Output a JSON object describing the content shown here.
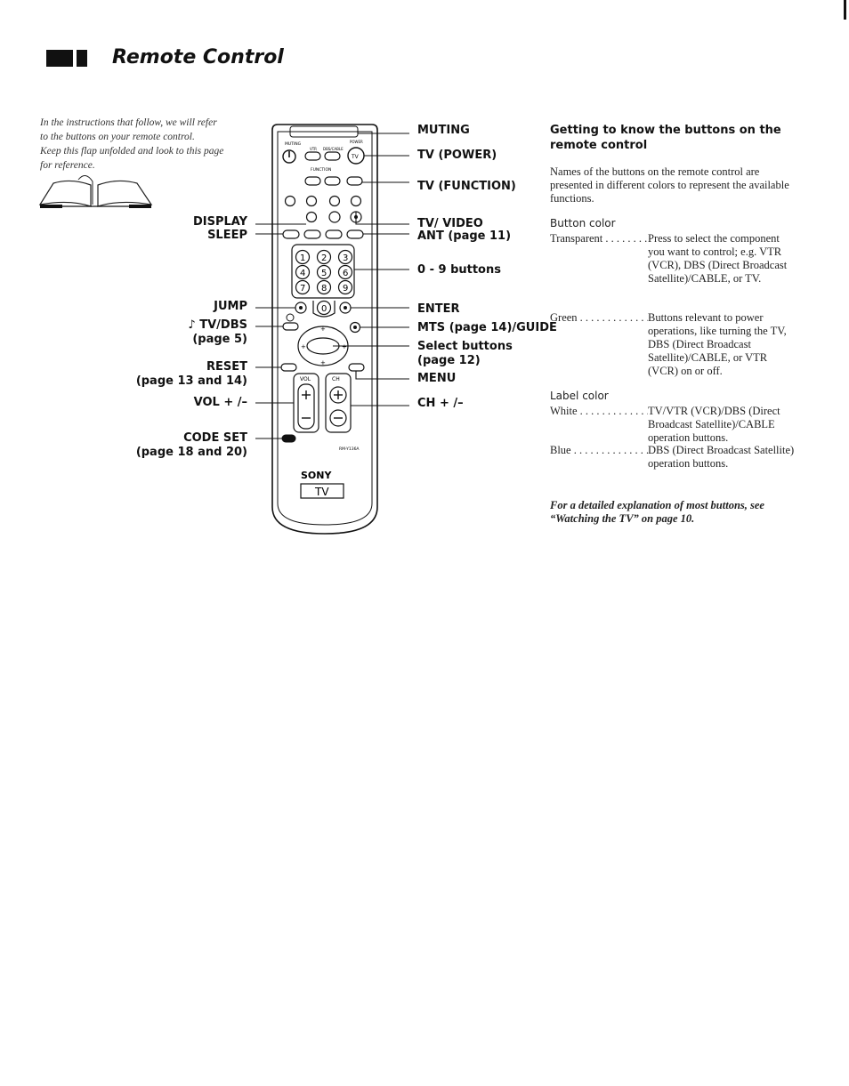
{
  "header": {
    "title": "Remote Control"
  },
  "intro": {
    "lines": [
      "In the instructions that follow, we will refer",
      "to the buttons on your remote control.",
      "Keep this flap unfolded and look to this page",
      "for reference."
    ]
  },
  "remote": {
    "labels": {
      "muting": "MUTING",
      "power": "POWER",
      "vtr": "VTR",
      "dbs_cable": "DBS/CABLE",
      "tv": "TV",
      "function": "FUNCTION",
      "vol": "VOL",
      "ch": "CH",
      "brand": "SONY",
      "mode": "TV",
      "model": "RM-Y136A"
    },
    "digits": [
      "1",
      "2",
      "3",
      "4",
      "5",
      "6",
      "7",
      "8",
      "9",
      "0"
    ]
  },
  "callouts": {
    "left": {
      "display": "DISPLAY",
      "sleep": "SLEEP",
      "jump": "JUMP",
      "tvdbs": "TV/DBS",
      "tvdbs_page": "(page 5)",
      "reset": "RESET",
      "reset_page": "(page 13 and 14)",
      "vol": "VOL + /–",
      "codeset": "CODE SET",
      "codeset_page": "(page 18 and 20)"
    },
    "right": {
      "muting": "MUTING",
      "tv_power": "TV (POWER)",
      "tv_function": "TV (FUNCTION)",
      "tv_video": "TV/ VIDEO",
      "ant": "ANT (page 11)",
      "digits": "0 - 9 buttons",
      "enter": "ENTER",
      "mts": "MTS (page 14)/GUIDE",
      "select": "Select buttons",
      "select_page": "(page 12)",
      "menu": "MENU",
      "ch": "CH + /–"
    }
  },
  "info": {
    "heading": "Getting to know the buttons on the remote control",
    "paragraph": "Names of the buttons on the remote control are presented in different colors to represent the available functions.",
    "button_color": {
      "heading": "Button color",
      "rows": [
        {
          "term": "Transparent",
          "desc": "Press to select the component you want to control; e.g. VTR (VCR), DBS (Direct Broadcast Satellite)/CABLE, or TV."
        },
        {
          "term": "Green",
          "desc": "Buttons relevant to power operations, like turning the TV, DBS (Direct Broadcast Satellite)/CABLE, or VTR (VCR) on or off."
        }
      ]
    },
    "label_color": {
      "heading": "Label color",
      "rows": [
        {
          "term": "White",
          "desc": "TV/VTR (VCR)/DBS (Direct Broadcast Satellite)/CABLE operation buttons."
        },
        {
          "term": "Blue",
          "desc": "DBS (Direct Broadcast Satellite) operation buttons."
        }
      ]
    },
    "note": "For a detailed explanation of most buttons, see “Watching the TV” on page 10."
  }
}
